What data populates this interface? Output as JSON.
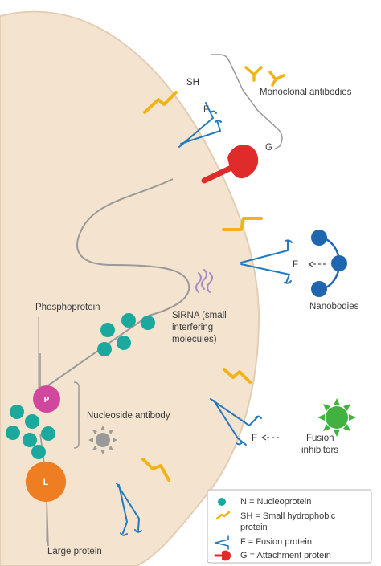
{
  "labels": {
    "sh": "SH",
    "f": "F",
    "g": "G",
    "monoclonal": "Monoclonal antibodies",
    "nanobodies": "Nanobodies",
    "f_nano": "F",
    "sirna_1": "SiRNA (small",
    "sirna_2": "interfering",
    "sirna_3": "molecules)",
    "phosphoprotein": "Phosphoprotein",
    "p": "P",
    "nucleoside": "Nucleoside antibody",
    "f_fusion": "F",
    "fusion_1": "Fusion",
    "fusion_2": "inhibitors",
    "l": "L",
    "large_protein": "Large protein"
  },
  "legend": {
    "items": [
      {
        "text": "N = Nucleoprotein",
        "icon": "nucleoprotein-dot-icon"
      },
      {
        "text": "SH = Small hydrophobic",
        "icon": "small-hydrophobic-icon"
      },
      {
        "text": "protein",
        "icon": ""
      },
      {
        "text": "F = Fusion protein",
        "icon": "fusion-protein-icon"
      },
      {
        "text": "G = Attachment protein",
        "icon": "attachment-protein-icon"
      }
    ]
  },
  "colors": {
    "cell": "#f3e3cf",
    "nucleoprotein": "#1aa99c",
    "sh_protein": "#f2b318",
    "fusion_protein": "#2378c0",
    "attachment_protein": "#e02b2b",
    "phosphoprotein": "#d2479e",
    "large_protein": "#ef7d22",
    "nanobody": "#1f66b0",
    "fusion_inhibitor": "#41b23f",
    "nucleoside_antibody": "#9a9a9a",
    "sirna": "#a58cc4"
  }
}
